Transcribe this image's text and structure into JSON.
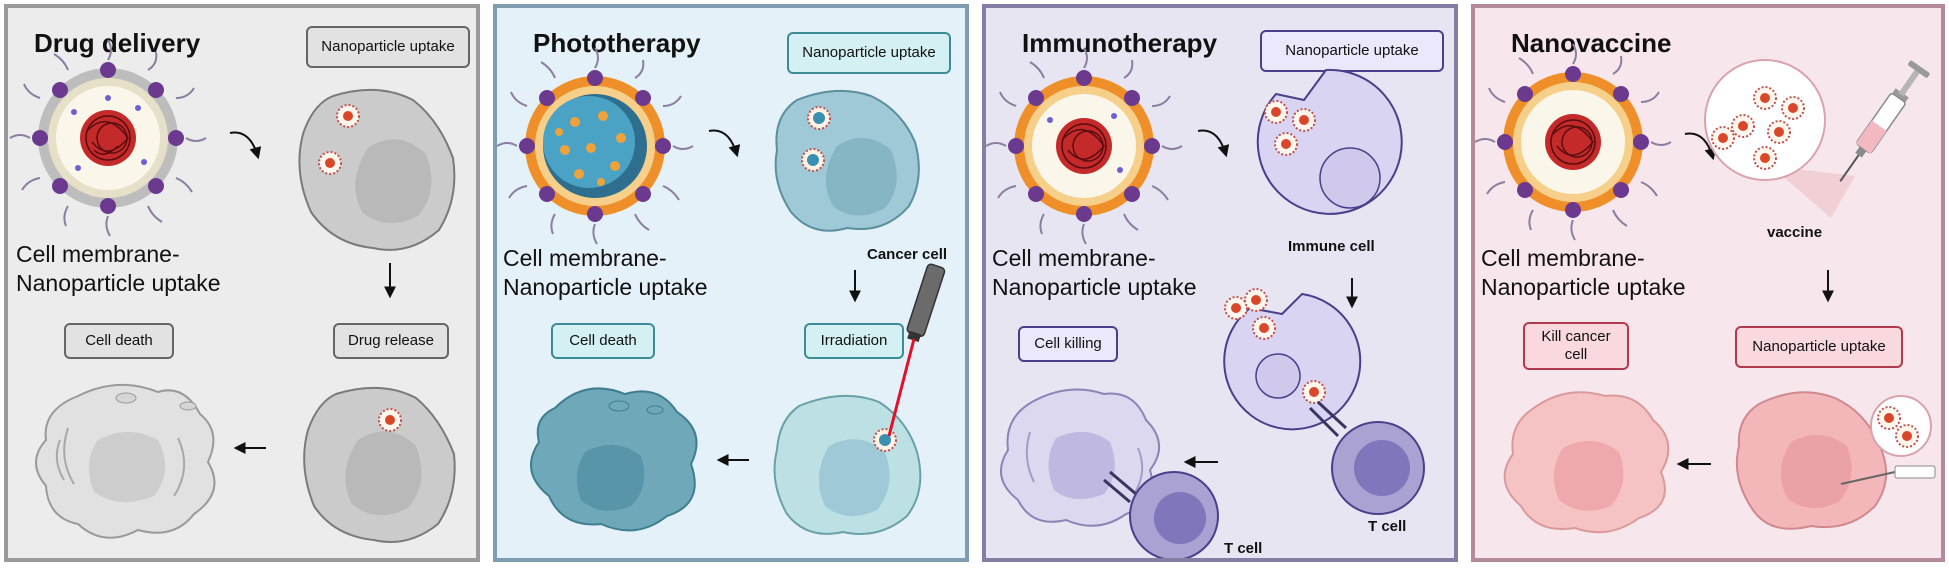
{
  "panels": {
    "drug_delivery": {
      "title": "Drug delivery",
      "subtitle_1": "Cell membrane-",
      "subtitle_2": "Nanoparticle uptake",
      "tag_uptake": "Nanoparticle uptake",
      "tag_release": "Drug release",
      "tag_death": "Cell death"
    },
    "phototherapy": {
      "title": "Phototherapy",
      "subtitle_1": "Cell membrane-",
      "subtitle_2": "Nanoparticle uptake",
      "tag_uptake": "Nanoparticle uptake",
      "label_cancer_cell": "Cancer cell",
      "tag_irradiation": "Irradiation",
      "tag_death": "Cell death"
    },
    "immunotherapy": {
      "title": "Immunotherapy",
      "subtitle_1": "Cell membrane-",
      "subtitle_2": "Nanoparticle uptake",
      "tag_uptake": "Nanoparticle uptake",
      "label_immune_cell": "Immune cell",
      "tag_killing": "Cell killing",
      "label_t_cell_right": "T cell",
      "label_t_cell_bottom": "T cell"
    },
    "nanovaccine": {
      "title": "Nanovaccine",
      "subtitle_1": "Cell membrane-",
      "subtitle_2": "Nanoparticle uptake",
      "label_vaccine": "vaccine",
      "tag_uptake": "Nanoparticle uptake",
      "tag_kill_1": "Kill cancer",
      "tag_kill_2": "cell"
    }
  },
  "colors": {
    "panel_gray": "#ececec",
    "panel_blue": "#e4f1f8",
    "panel_purple": "#e8e5f3",
    "panel_pink": "#f7e6ec",
    "lipid_head_orange": "#ef8f2a",
    "protein_purple": "#6b3a8f",
    "core_red": "#b3202a"
  },
  "icons": [
    "nanoparticle-icon",
    "cell-icon",
    "arrow-icon",
    "laser-icon",
    "syringe-icon",
    "t-cell-icon",
    "immune-cell-icon"
  ]
}
